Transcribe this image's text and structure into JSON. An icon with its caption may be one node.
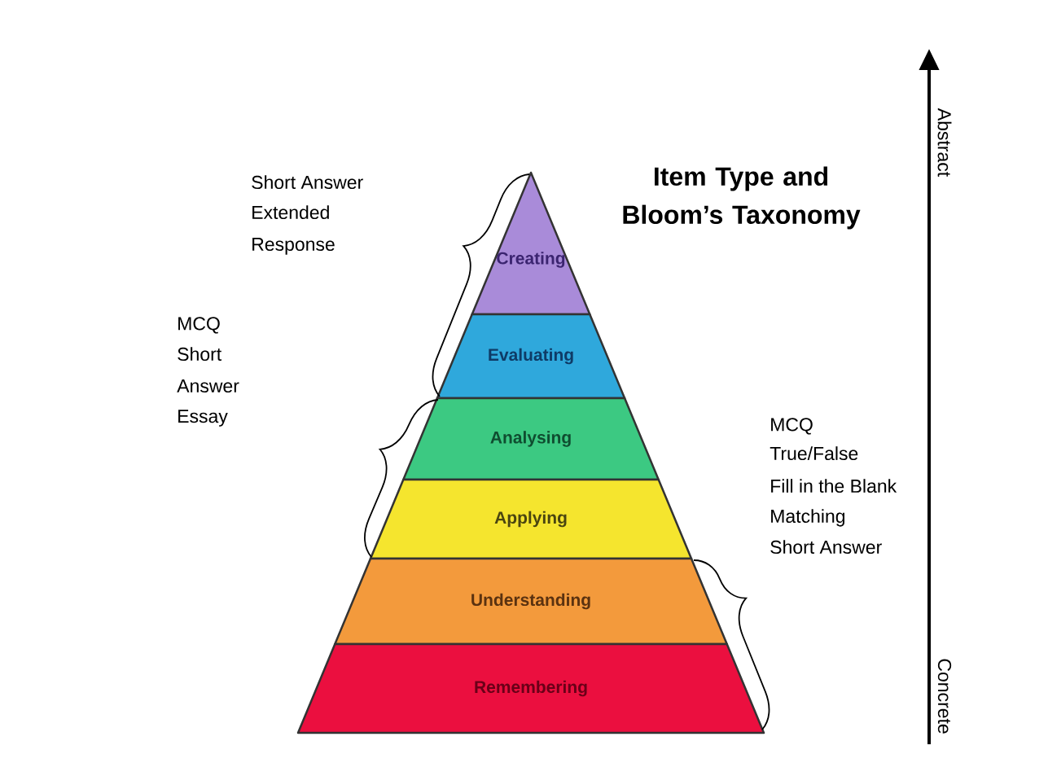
{
  "diagram": {
    "title": "Item Type and Bloom’s Taxonomy",
    "nodes": [
      {
        "text": [
          "Creating"
        ]
      },
      {
        "text": [
          "Evaluating"
        ]
      },
      {
        "text": [
          "Analysing"
        ]
      },
      {
        "text": [
          "Applying"
        ]
      },
      {
        "text": [
          "Understanding"
        ]
      },
      {
        "text": [
          "Remembering"
        ]
      }
    ],
    "edges": [],
    "labels": [
      "Short Answer",
      "Extended Response",
      "MCQ",
      "Short Answer",
      "Essay",
      "MCQ",
      "True/False",
      "Fill in the Blank",
      "Matching",
      "Short Answer",
      "Abstract",
      "Concrete"
    ]
  }
}
